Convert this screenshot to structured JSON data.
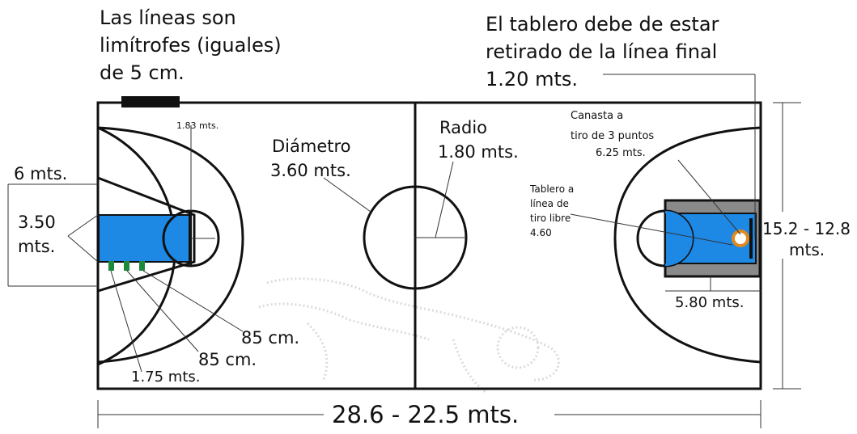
{
  "notes": {
    "lines_width": [
      "Las líneas son",
      "limítrofes (iguales)",
      "de 5 cm."
    ],
    "backboard": [
      "El tablero  debe de estar",
      "retirado de la línea final",
      "1.20 mts."
    ]
  },
  "labels": {
    "circle_radius_small": "1.83 mts.",
    "diameter": [
      "Diámetro",
      "3.60 mts."
    ],
    "radius": [
      "Radio",
      "1.80 mts."
    ],
    "three_point": [
      "Canasta a",
      "tiro de 3 puntos",
      "6.25 mts."
    ],
    "backboard_ft": [
      "Tablero a",
      "línea de",
      "tiro libre",
      "4.60"
    ],
    "lane_width_top": "6 mts.",
    "lane_width": [
      "3.50",
      "mts."
    ],
    "width": [
      "15.2 - 12.8",
      "mts."
    ],
    "key_length": "5.80 mts.",
    "spacing_1": "85 cm.",
    "spacing_2": "85 cm.",
    "spacing_3": "1.75  mts.",
    "length": "28.6 - 22.5 mts."
  },
  "colors": {
    "court_line": "#111111",
    "lane_fill": "#1e88e5",
    "lane_border": "#7a7a7a",
    "marker": "#1b8a3a",
    "hoop": "#e08a1e"
  }
}
